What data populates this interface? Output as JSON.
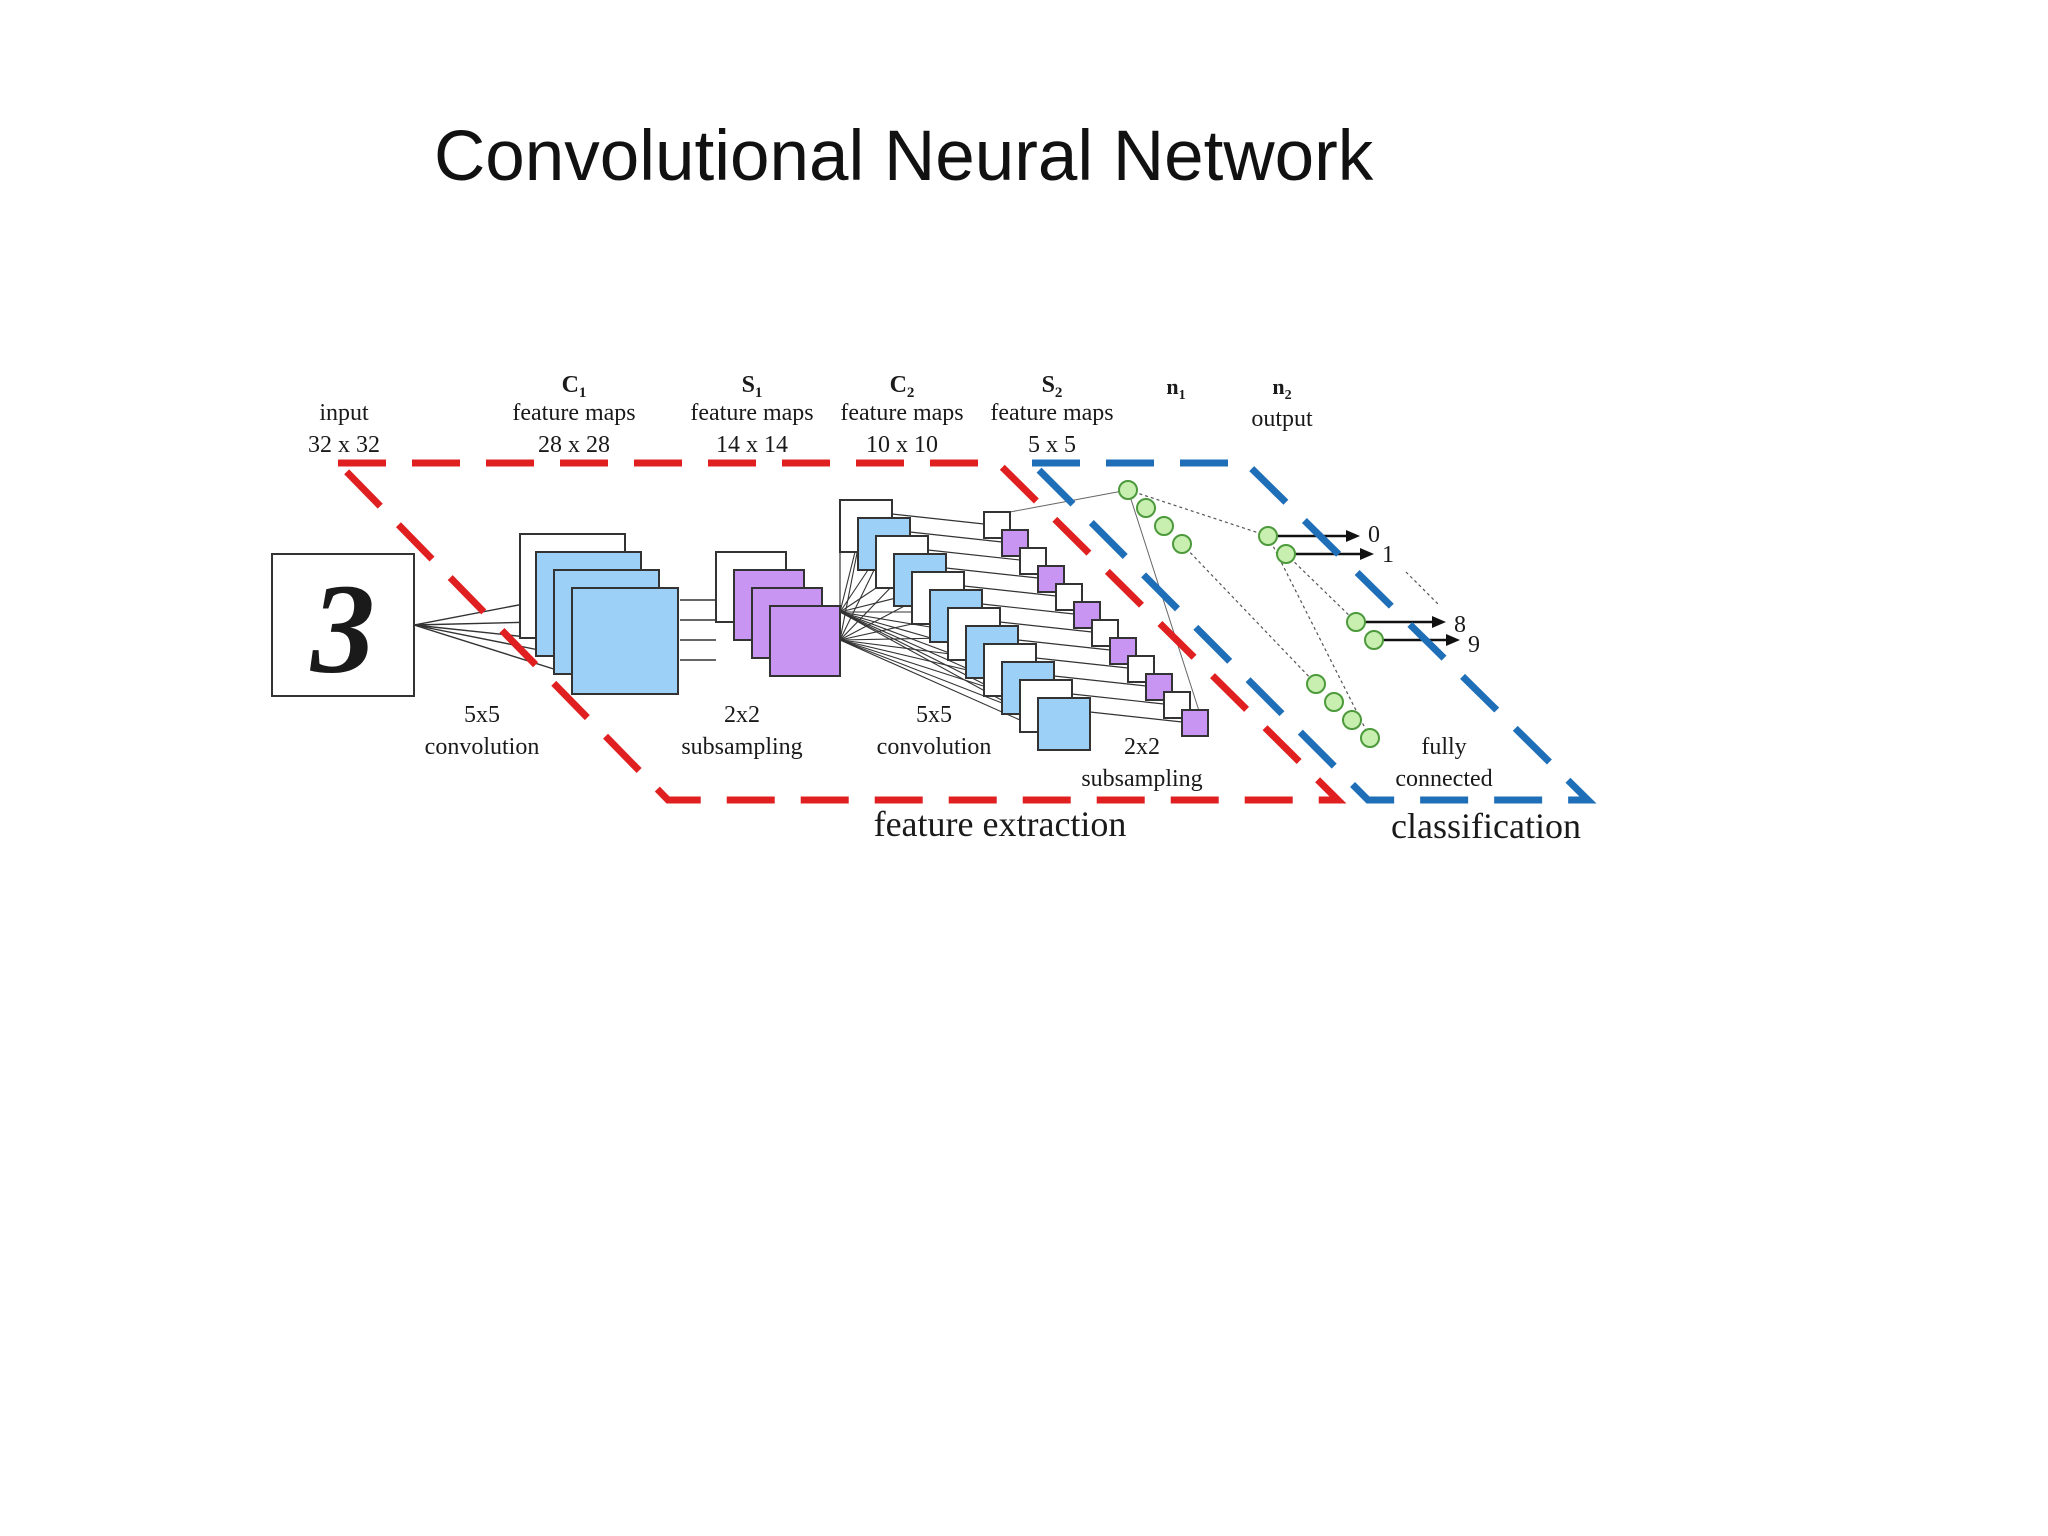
{
  "slide": {
    "title": "Convolutional Neural Network"
  },
  "colors": {
    "feature_box": "#e02020",
    "classification_box": "#1f6fb8",
    "c_map": "#9dd0f7",
    "s_map": "#c896f2",
    "neuron": "#c8efb0",
    "neuron_stroke": "#4c9a3c"
  },
  "layers": {
    "input": {
      "name": "input",
      "size": "32 x 32",
      "digit": "3"
    },
    "c1": {
      "name": "C",
      "sub": "1",
      "desc": "feature maps",
      "size": "28 x 28"
    },
    "s1": {
      "name": "S",
      "sub": "1",
      "desc": "feature maps",
      "size": "14 x 14"
    },
    "c2": {
      "name": "C",
      "sub": "2",
      "desc": "feature maps",
      "size": "10 x 10"
    },
    "s2": {
      "name": "S",
      "sub": "2",
      "desc": "feature maps",
      "size": "5 x 5"
    },
    "n1": {
      "name": "n",
      "sub": "1"
    },
    "n2": {
      "name": "n",
      "sub": "2",
      "desc": "output"
    }
  },
  "operations": {
    "conv1": {
      "line1": "5x5",
      "line2": "convolution"
    },
    "sub1": {
      "line1": "2x2",
      "line2": "subsampling"
    },
    "conv2": {
      "line1": "5x5",
      "line2": "convolution"
    },
    "sub2": {
      "line1": "2x2",
      "line2": "subsampling"
    },
    "fc": {
      "line1": "fully",
      "line2": "connected"
    }
  },
  "outputs": [
    "0",
    "1",
    "8",
    "9"
  ],
  "sections": {
    "feature_extraction": "feature extraction",
    "classification": "classification"
  }
}
